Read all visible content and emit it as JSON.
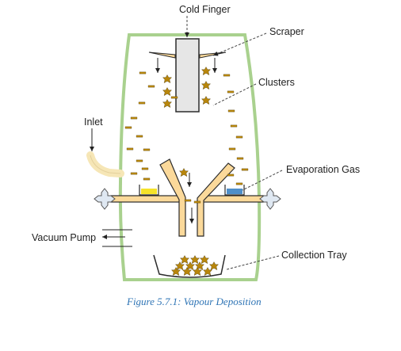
{
  "labels": {
    "cold_finger": "Cold Finger",
    "scraper": "Scraper",
    "clusters": "Clusters",
    "inlet": "Inlet",
    "evaporation_gas": "Evaporation Gas",
    "vacuum_pump": "Vacuum Pump",
    "collection_tray": "Collection Tray"
  },
  "caption": "Figure 5.7.1: Vapour Deposition",
  "colors": {
    "chamber_outline": "#a9d18e",
    "cold_finger_fill": "#e6e6e6",
    "metal_fill": "#fbd99a",
    "metal_stroke": "#2b2b2b",
    "cluster_fill": "#b8860b",
    "crucible_left": "#f5e22a",
    "crucible_right": "#4f8fc9",
    "caption": "#2e74b5",
    "leader_lines": "#444444",
    "valve_fill": "#dfe8f2"
  },
  "icons": [
    "cluster-star-icon",
    "valve-icon",
    "arrow-icon",
    "scraper-blade-icon",
    "crucible-icon"
  ]
}
